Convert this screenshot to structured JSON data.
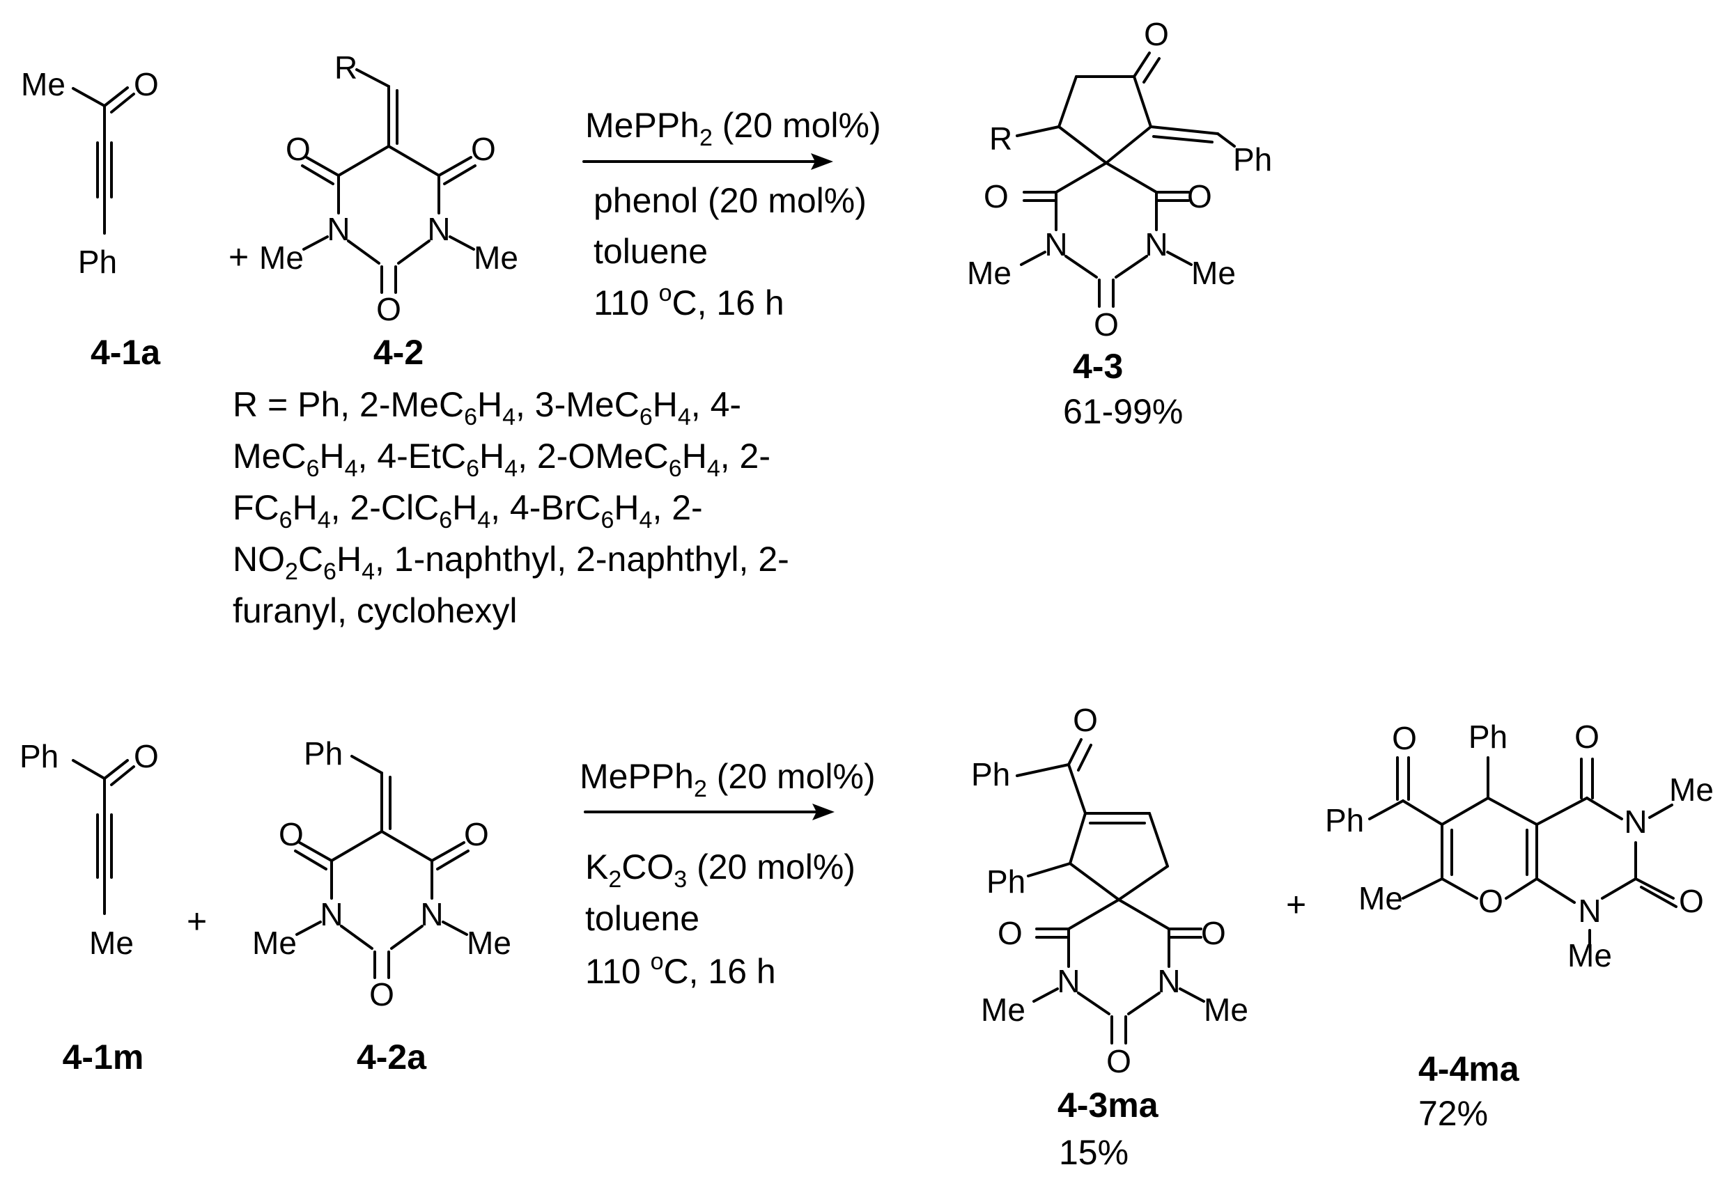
{
  "scheme1": {
    "sm1": {
      "label": "4-1a",
      "atoms": {
        "me": "Me",
        "o": "O",
        "ph": "Ph"
      }
    },
    "plus": "+",
    "sm2": {
      "label": "4-2",
      "atoms": {
        "r": "R",
        "o1": "O",
        "o2": "O",
        "o3": "O",
        "n1": "N",
        "n2": "N",
        "me1": "Me",
        "me2": "Me"
      }
    },
    "conditions": {
      "cat_main": "MePPh",
      "cat_sub": "2",
      "cat_rest": " (20 mol%)",
      "line2": "phenol (20 mol%)",
      "line3": "toluene",
      "line4_a": "110 ",
      "line4_sup": "o",
      "line4_b": "C, 16 h"
    },
    "product": {
      "label": "4-3",
      "yield": "61-99%",
      "atoms": {
        "o_top": "O",
        "r": "R",
        "ph": "Ph",
        "o1": "O",
        "o2": "O",
        "o3": "O",
        "n1": "N",
        "n2": "N",
        "me1": "Me",
        "me2": "Me"
      }
    },
    "r_groups": [
      [
        [
          "R = Ph, 2-MeC",
          ""
        ],
        [
          "6",
          "sub"
        ],
        [
          "H",
          ""
        ],
        [
          "4",
          "sub"
        ],
        [
          ", 3-MeC",
          ""
        ],
        [
          "6",
          "sub"
        ],
        [
          "H",
          ""
        ],
        [
          "4",
          "sub"
        ],
        [
          ", 4-",
          ""
        ]
      ],
      [
        [
          "MeC",
          ""
        ],
        [
          "6",
          "sub"
        ],
        [
          "H",
          ""
        ],
        [
          "4",
          "sub"
        ],
        [
          ", 4-EtC",
          ""
        ],
        [
          "6",
          "sub"
        ],
        [
          "H",
          ""
        ],
        [
          "4",
          "sub"
        ],
        [
          ", 2-OMeC",
          ""
        ],
        [
          "6",
          "sub"
        ],
        [
          "H",
          ""
        ],
        [
          "4",
          "sub"
        ],
        [
          ", 2-",
          ""
        ]
      ],
      [
        [
          "FC",
          ""
        ],
        [
          "6",
          "sub"
        ],
        [
          "H",
          ""
        ],
        [
          "4",
          "sub"
        ],
        [
          ", 2-ClC",
          ""
        ],
        [
          "6",
          "sub"
        ],
        [
          "H",
          ""
        ],
        [
          "4",
          "sub"
        ],
        [
          ", 4-BrC",
          ""
        ],
        [
          "6",
          "sub"
        ],
        [
          "H",
          ""
        ],
        [
          "4",
          "sub"
        ],
        [
          ", 2-",
          ""
        ]
      ],
      [
        [
          "NO",
          ""
        ],
        [
          "2",
          "sub"
        ],
        [
          "C",
          ""
        ],
        [
          "6",
          "sub"
        ],
        [
          "H",
          ""
        ],
        [
          "4",
          "sub"
        ],
        [
          ", 1-naphthyl, 2-naphthyl, 2-",
          ""
        ]
      ],
      [
        [
          "furanyl, cyclohexyl",
          ""
        ]
      ]
    ]
  },
  "scheme2": {
    "sm1": {
      "label": "4-1m",
      "atoms": {
        "ph": "Ph",
        "o": "O",
        "me": "Me"
      }
    },
    "plus1": "+",
    "sm2": {
      "label": "4-2a",
      "atoms": {
        "ph": "Ph",
        "o1": "O",
        "o2": "O",
        "o3": "O",
        "n1": "N",
        "n2": "N",
        "me1": "Me",
        "me2": "Me"
      }
    },
    "conditions": {
      "cat_main": "MePPh",
      "cat_sub": "2",
      "cat_rest": " (20 mol%)",
      "base_a": "K",
      "base_sub1": "2",
      "base_b": "CO",
      "base_sub2": "3",
      "base_rest": " (20 mol%)",
      "line3": "toluene",
      "line4_a": "110 ",
      "line4_sup": "o",
      "line4_b": "C, 16 h"
    },
    "product1": {
      "label": "4-3ma",
      "yield": "15%",
      "atoms": {
        "o_ketone": "O",
        "ph_ketone": "Ph",
        "ph": "Ph",
        "o1": "O",
        "o2": "O",
        "o3": "O",
        "n1": "N",
        "n2": "N",
        "me1": "Me",
        "me2": "Me"
      }
    },
    "plus2": "+",
    "product2": {
      "label": "4-4ma",
      "yield": "72%",
      "atoms": {
        "o_ketone": "O",
        "ph_ketone": "Ph",
        "ph": "Ph",
        "o_c4": "O",
        "me_n": "Me",
        "n1": "N",
        "o_c2": "O",
        "n2": "N",
        "me_n2": "Me",
        "o_ring": "O",
        "me": "Me"
      }
    }
  }
}
